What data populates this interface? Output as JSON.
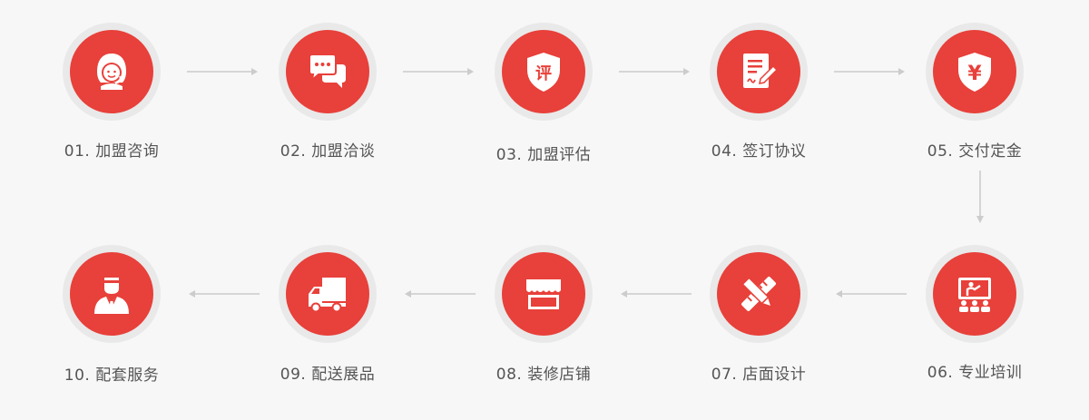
{
  "colors": {
    "accent": "#e8403a",
    "ring": "#e9e9e9",
    "arrow": "#cccccc",
    "text": "#555555"
  },
  "steps": [
    {
      "label": "01. 加盟咨询",
      "icon": "customer-service-icon"
    },
    {
      "label": "02. 加盟洽谈",
      "icon": "chat-bubbles-icon"
    },
    {
      "label": "03. 加盟评估",
      "icon": "evaluation-shield-icon",
      "badge": "评"
    },
    {
      "label": "04. 签订协议",
      "icon": "sign-contract-icon"
    },
    {
      "label": "05. 交付定金",
      "icon": "yen-shield-icon",
      "badge": "¥"
    },
    {
      "label": "06. 专业培训",
      "icon": "training-presentation-icon"
    },
    {
      "label": "07. 店面设计",
      "icon": "pencil-ruler-icon"
    },
    {
      "label": "08. 装修店铺",
      "icon": "storefront-icon"
    },
    {
      "label": "09. 配送展品",
      "icon": "delivery-truck-icon"
    },
    {
      "label": "10. 配套服务",
      "icon": "service-staff-icon"
    }
  ]
}
